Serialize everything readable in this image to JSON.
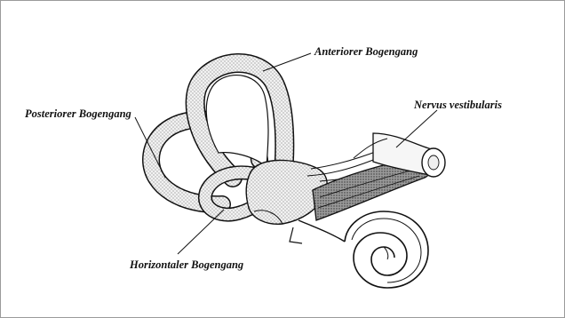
{
  "labels": {
    "anterior": "Anteriorer Bogengang",
    "posterior": "Posteriorer Bogengang",
    "nerve": "Nervus vestibularis",
    "horizontal": "Horizontaler Bogengang"
  },
  "colors": {
    "ink": "#111111",
    "frame": "#9a9a9a",
    "fill_light": "#e9e9e9",
    "fill_dark": "#8d8d8d"
  }
}
